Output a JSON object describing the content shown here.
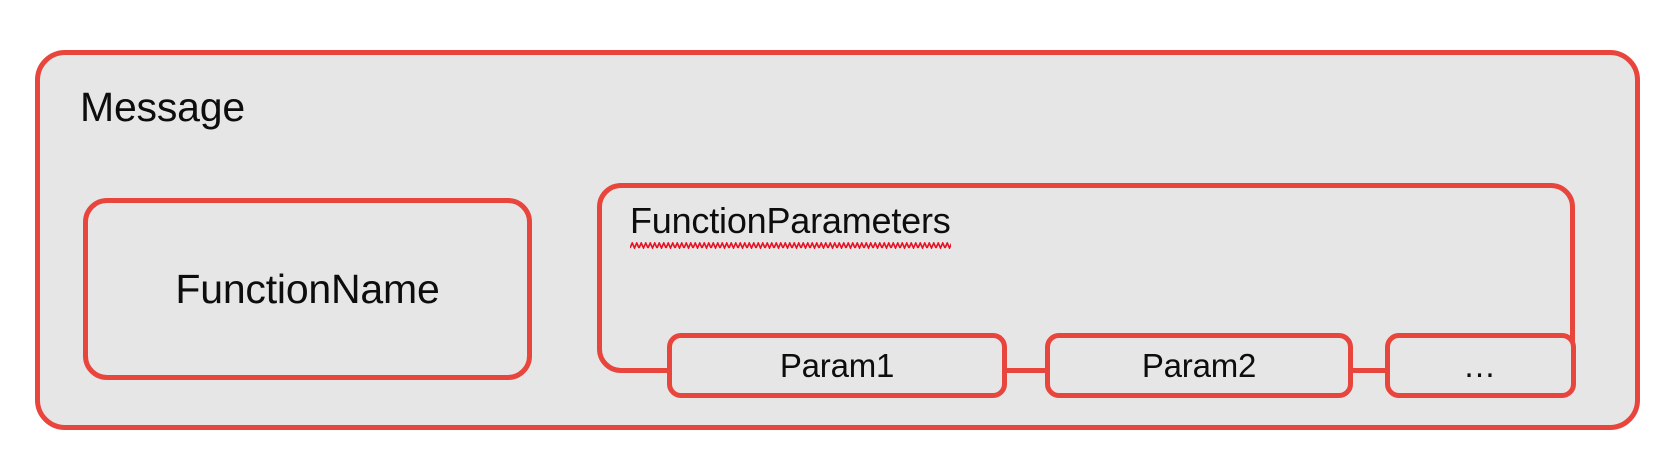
{
  "diagram": {
    "title_label": "Message",
    "accent_color": "#e8453c",
    "fill_color": "#e6e6e6",
    "background_color": "#ffffff",
    "spellcheck_color": "#e81123",
    "nodes": {
      "function_name": {
        "label": "FunctionName"
      },
      "function_parameters": {
        "label": "FunctionParameters",
        "has_spellcheck_underline": true,
        "params": [
          {
            "label": "Param1"
          },
          {
            "label": "Param2"
          },
          {
            "label": "…"
          }
        ]
      }
    }
  }
}
